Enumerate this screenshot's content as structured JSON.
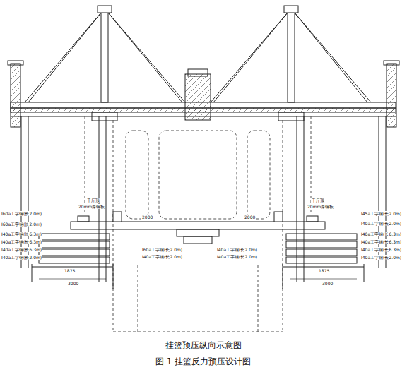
{
  "diagram": {
    "caption": "图 1 挂篮反力预压设计图",
    "labels": [
      "千斤顶",
      "20mm厚钢板",
      "千斤顶",
      "20mm厚钢板",
      "I60a工字钢(长2.0m)",
      "I60a工字钢(长2.0m)",
      "I40a工字钢(长6.3m)",
      "I40a工字钢(长6.3m)",
      "I40a工字钢(长6.3m)",
      "I40a工字钢(长2.0m)",
      "I45a工字钢(长2.0m)",
      "I40a工字钢(长2.0m)",
      "I40a工字钢(长6.3m)",
      "I40a工字钢(长6.3m)",
      "I40a工字钢(长6.3m)",
      "I40a工字钢(长2.0m)",
      "I60a工字钢(长2.0m)",
      "I40a工字钢(长2.0m)",
      "I40a工字钢(长2.0m)",
      "I40a工字钢(长2.0m)",
      "2000",
      "2000",
      "1875",
      "1875",
      "3000",
      "3000",
      "挂篮预压纵向示意图"
    ]
  }
}
